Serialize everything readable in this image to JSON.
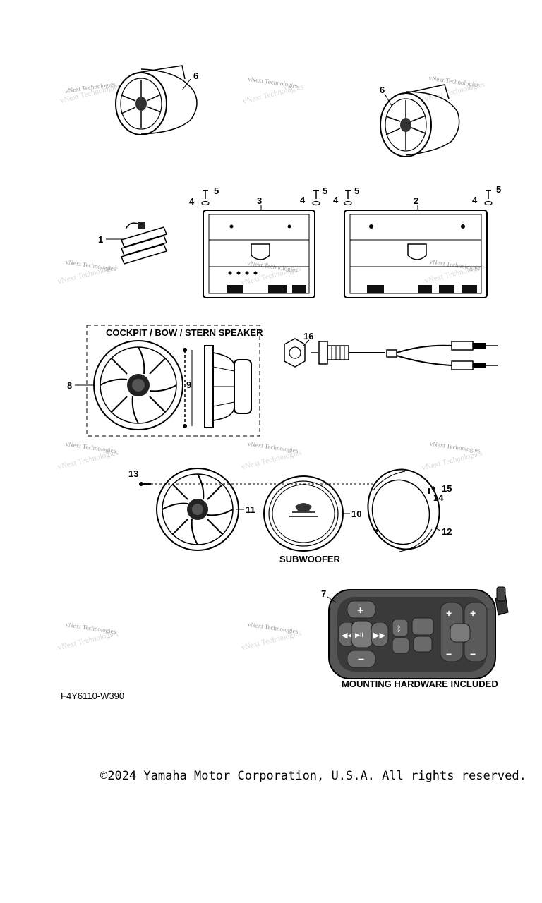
{
  "callouts": {
    "c1": "1",
    "c2": "2",
    "c3": "3",
    "c4a": "4",
    "c4b": "4",
    "c4c": "4",
    "c4d": "4",
    "c5a": "5",
    "c5b": "5",
    "c5c": "5",
    "c5d": "5",
    "c6a": "6",
    "c6b": "6",
    "c7": "7",
    "c8": "8",
    "c9": "9",
    "c10": "10",
    "c11": "11",
    "c12": "12",
    "c13": "13",
    "c14": "14",
    "c15": "15",
    "c16": "16"
  },
  "labels": {
    "cockpit": "COCKPIT / BOW / STERN SPEAKER",
    "subwoofer": "SUBWOOFER",
    "mounting": "MOUNTING HARDWARE INCLUDED"
  },
  "watermark": "vNext Technologies",
  "diagram_code": "F4Y6110-W390",
  "copyright": "©2024 Yamaha Motor Corporation, U.S.A. All rights reserved."
}
